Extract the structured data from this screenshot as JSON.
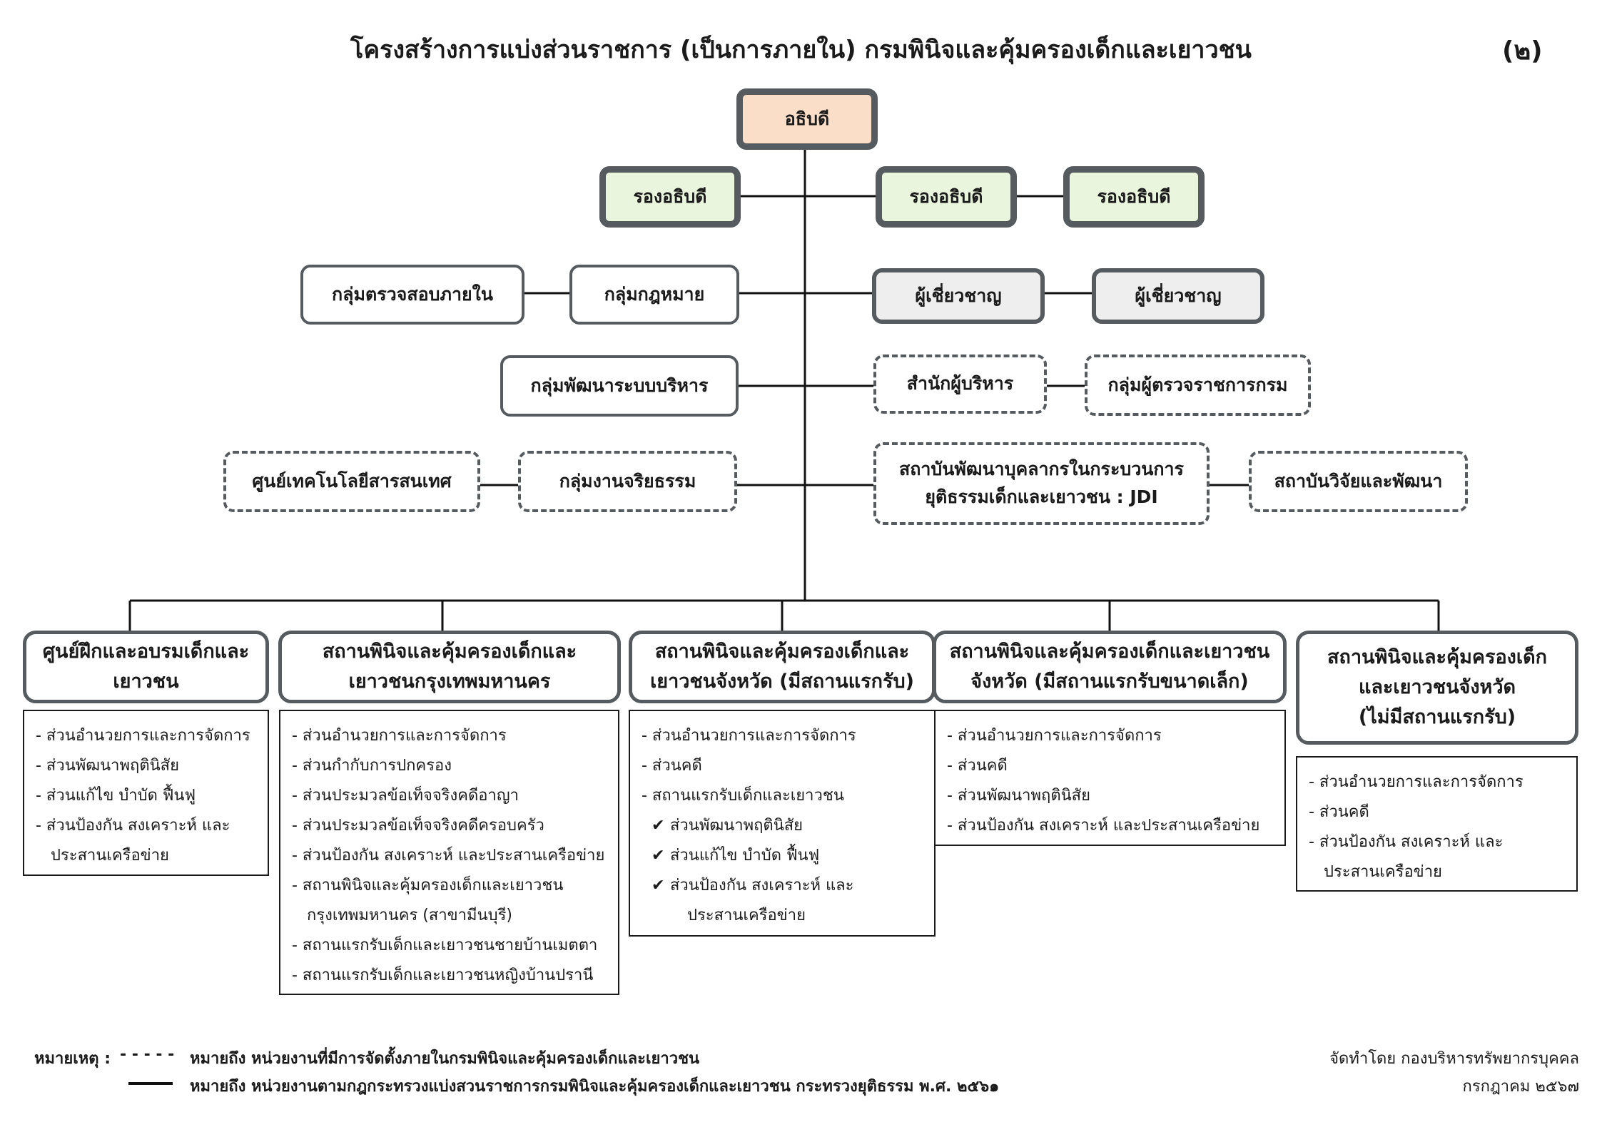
{
  "title": "โครงสร้างการแบ่งส่วนราชการ (เป็นการภายใน) กรมพินิจและคุ้มครองเด็กและเยาวชน",
  "page_number": "(๒)",
  "director": "อธิบดี",
  "deputies": [
    "รองอธิบดี",
    "รองอธิบดี",
    "รองอธิบดี"
  ],
  "units": {
    "internal_audit": "กลุ่มตรวจสอบภายใน",
    "legal": "กลุ่มกฎหมาย",
    "expert_1": "ผู้เชี่ยวชาญ",
    "expert_2": "ผู้เชี่ยวชาญ",
    "admin_dev": "กลุ่มพัฒนาระบบบริหาร",
    "exec_office": "สำนักผู้บริหาร",
    "inspector_group": "กลุ่มผู้ตรวจราชการกรม",
    "ict_center": "ศูนย์เทคโนโลยีสารสนเทศ",
    "ethics": "กลุ่มงานจริยธรรม",
    "jdi_line1": "สถาบันพัฒนาบุคลากรในกระบวนการ",
    "jdi_line2": "ยุติธรรมเด็กและเยาวชน : JDI",
    "research": "สถาบันวิจัยและพัฒนา"
  },
  "branches": [
    {
      "head": [
        "ศูนย์ฝึกและอบรมเด็กและ",
        "เยาวชน"
      ],
      "items": [
        "- ส่วนอำนวยการและการจัดการ",
        "- ส่วนพัฒนาพฤตินิสัย",
        "- ส่วนแก้ไข บำบัด ฟื้นฟู",
        "- ส่วนป้องกัน สงเคราะห์ และ",
        "   ประสานเครือข่าย"
      ]
    },
    {
      "head": [
        "สถานพินิจและคุ้มครองเด็กและ",
        "เยาวชนกรุงเทพมหานคร"
      ],
      "items": [
        "- ส่วนอำนวยการและการจัดการ",
        "- ส่วนกำกับการปกครอง",
        "- ส่วนประมวลข้อเท็จจริงคดีอาญา",
        "- ส่วนประมวลข้อเท็จจริงคดีครอบครัว",
        "- ส่วนป้องกัน สงเคราะห์ และประสานเครือข่าย",
        "- สถานพินิจและคุ้มครองเด็กและเยาวชน",
        "   กรุงเทพมหานคร (สาขามีนบุรี)",
        "- สถานแรกรับเด็กและเยาวชนชายบ้านเมตตา",
        "- สถานแรกรับเด็กและเยาวชนหญิงบ้านปรานี"
      ]
    },
    {
      "head": [
        "สถานพินิจและคุ้มครองเด็กและ",
        "เยาวชนจังหวัด (มีสถานแรกรับ)"
      ],
      "items": [
        "- ส่วนอำนวยการและการจัดการ",
        "- ส่วนคดี",
        "- สถานแรกรับเด็กและเยาวชน"
      ],
      "check_items": [
        "ส่วนพัฒนาพฤตินิสัย",
        "ส่วนแก้ไข บำบัด ฟื้นฟู",
        "ส่วนป้องกัน สงเคราะห์ และ"
      ],
      "tail": "ประสานเครือข่าย"
    },
    {
      "head": [
        "สถานพินิจและคุ้มครองเด็กและเยาวชน",
        "จังหวัด (มีสถานแรกรับขนาดเล็ก)"
      ],
      "items": [
        "- ส่วนอำนวยการและการจัดการ",
        "- ส่วนคดี",
        "- ส่วนพัฒนาพฤตินิสัย",
        "- ส่วนป้องกัน สงเคราะห์ และประสานเครือข่าย"
      ]
    },
    {
      "head": [
        "สถานพินิจและคุ้มครองเด็ก",
        "และเยาวชนจังหวัด",
        "(ไม่มีสถานแรกรับ)"
      ],
      "items": [
        "- ส่วนอำนวยการและการจัดการ",
        "- ส่วนคดี",
        "- ส่วนป้องกัน สงเคราะห์ และ",
        "   ประสานเครือข่าย"
      ]
    }
  ],
  "notes": {
    "label": "หมายเหตุ :",
    "dashed_symbol": "- - - - -",
    "dashed_text": "หมายถึง หน่วยงานที่มีการจัดตั้งภายในกรมพินิจและคุ้มครองเด็กและเยาวชน",
    "solid_text": "หมายถึง หน่วยงานตามกฎกระทรวงแบ่งสวนราชการกรมพินิจและคุ้มครองเด็กและเยาวชน กระทรวงยุติธรรม พ.ศ. ๒๕๖๑"
  },
  "footer": {
    "prepared_by": "จัดทำโดย กองบริหารทรัพยากรบุคคล",
    "date": "กรกฎาคม ๒๕๖๗"
  },
  "colors": {
    "director_fill": "#fbdec8",
    "deputy_fill": "#eaf5dd",
    "expert_fill": "#eeeeee",
    "border": "#555b5f"
  }
}
